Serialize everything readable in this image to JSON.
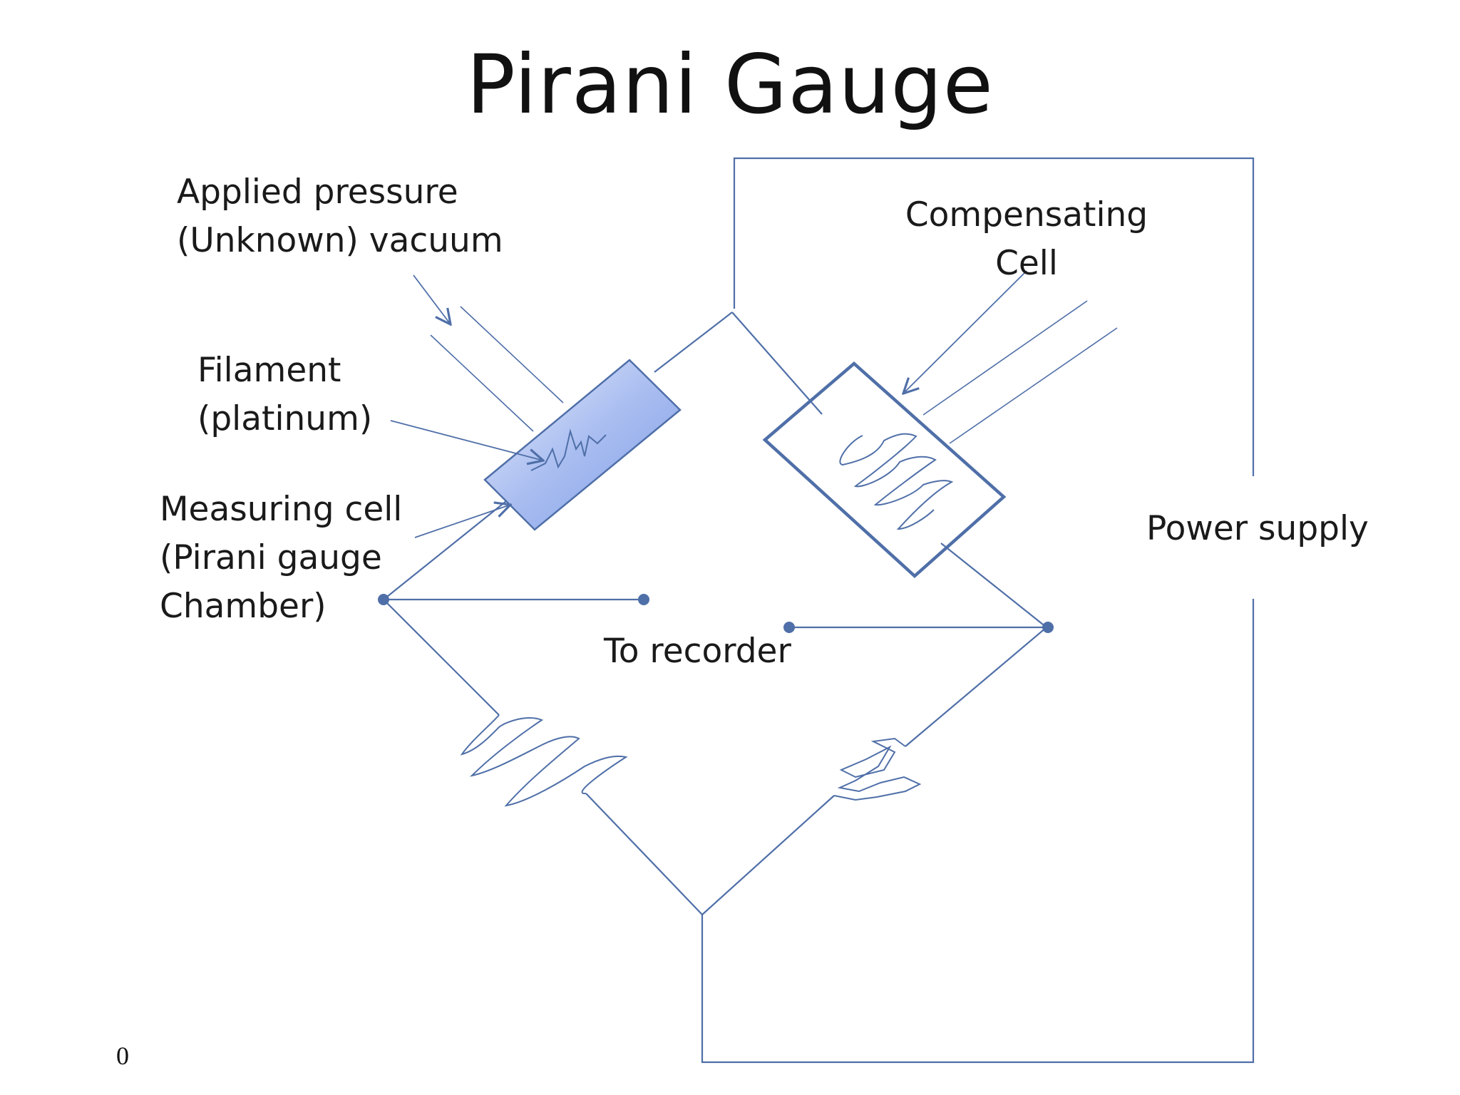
{
  "title": "Pirani Gauge",
  "labels": {
    "applied_pressure_1": "Applied pressure",
    "applied_pressure_2": "(Unknown) vacuum",
    "filament_1": "Filament",
    "filament_2": "(platinum)",
    "measuring_1": "Measuring cell",
    "measuring_2": "(Pirani gauge",
    "measuring_3": "Chamber)",
    "compensating_1": "Compensating",
    "compensating_2": "Cell",
    "power_supply": "Power supply",
    "to_recorder": "To recorder"
  },
  "page_number": "0",
  "colors": {
    "wire": "#4f6fa8",
    "cell_fill": "#8fa9ea",
    "cell_stroke": "#4f6fa8",
    "text": "#1a1a1a"
  }
}
